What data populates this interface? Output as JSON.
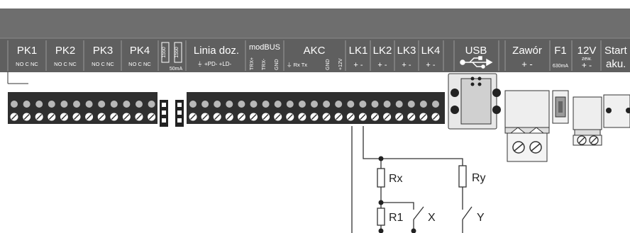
{
  "header": {
    "groups": [
      {
        "name": "PK1",
        "sub": "NO C NC"
      },
      {
        "name": "PK2",
        "sub": "NO C NC"
      },
      {
        "name": "PK3",
        "sub": "NO C NC"
      },
      {
        "name": "PK4",
        "sub": "NO C NC"
      }
    ],
    "jumper_labels": [
      "1550",
      "1550"
    ],
    "jumper_current": "50mA",
    "linia": {
      "name": "Linia doz.",
      "sub": "⏚ +PD- +LD-"
    },
    "modbus": {
      "name": "modBUS",
      "pins": [
        "TRX+",
        "TRX-",
        "GND"
      ]
    },
    "akc": {
      "name": "AKC",
      "sub": "⏚ Rx Tx",
      "pins": [
        "GND",
        "+12V"
      ]
    },
    "lk": [
      {
        "name": "LK1",
        "sub": "+ -"
      },
      {
        "name": "LK2",
        "sub": "+ -"
      },
      {
        "name": "LK3",
        "sub": "+ -"
      },
      {
        "name": "LK4",
        "sub": "+ -"
      }
    ],
    "usb": {
      "name": "USB",
      "icon": "usb-icon"
    },
    "zawor": {
      "name": "Zawór",
      "sub": "+ -"
    },
    "fuse": {
      "name": "F1",
      "sub": "630mA"
    },
    "v12": {
      "name": "12V",
      "sub1": "zew.",
      "sub2": "+ -"
    },
    "start": {
      "name": "Start",
      "sub": "aku."
    }
  },
  "circuit": {
    "resistors": [
      "Rx",
      "R1",
      "Ry"
    ],
    "switches": [
      "X",
      "Y"
    ]
  },
  "colors": {
    "board": "#6b6b6b",
    "header": "#5e5e5e",
    "terminal_strip": "#2d2d2d",
    "pin": "#b5b5b5",
    "label": "#ffffff",
    "line": "#333333"
  }
}
